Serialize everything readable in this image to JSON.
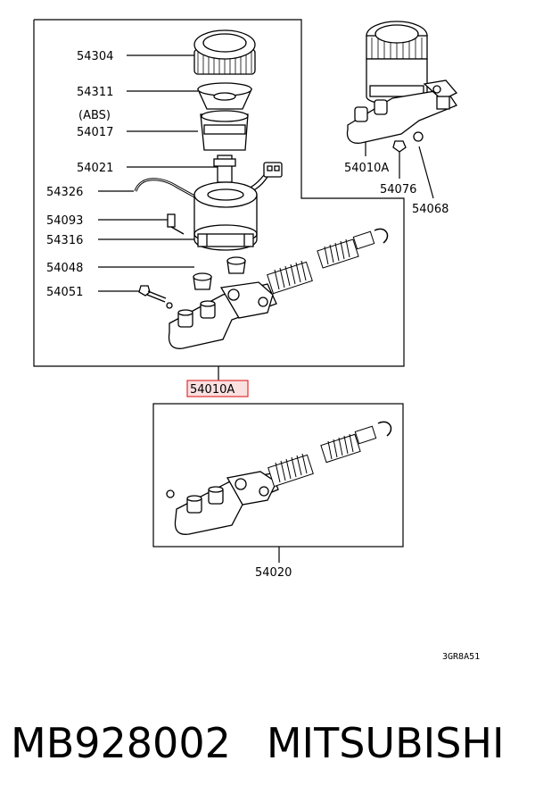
{
  "diagram": {
    "labels": {
      "reservoir_cap": "54304",
      "strainer": "54311",
      "abs_note": "(ABS)",
      "reservoir_upper": "54017",
      "float_sensor": "54021",
      "hose": "54326",
      "bolt_upper": "54093",
      "reservoir_body": "54316",
      "grommet": "54048",
      "bolt_lower": "54051",
      "assembly_small": "54010A",
      "nut": "54076",
      "washer": "54068",
      "assembly_highlight": "54010A",
      "cylinder_kit": "54020"
    },
    "diagram_code": "3GR8A51",
    "highlight_color": "#e03030",
    "highlight_fill": "#fbe0e0"
  },
  "footer": {
    "part_number": "MB928002",
    "brand": "MITSUBISHI"
  }
}
